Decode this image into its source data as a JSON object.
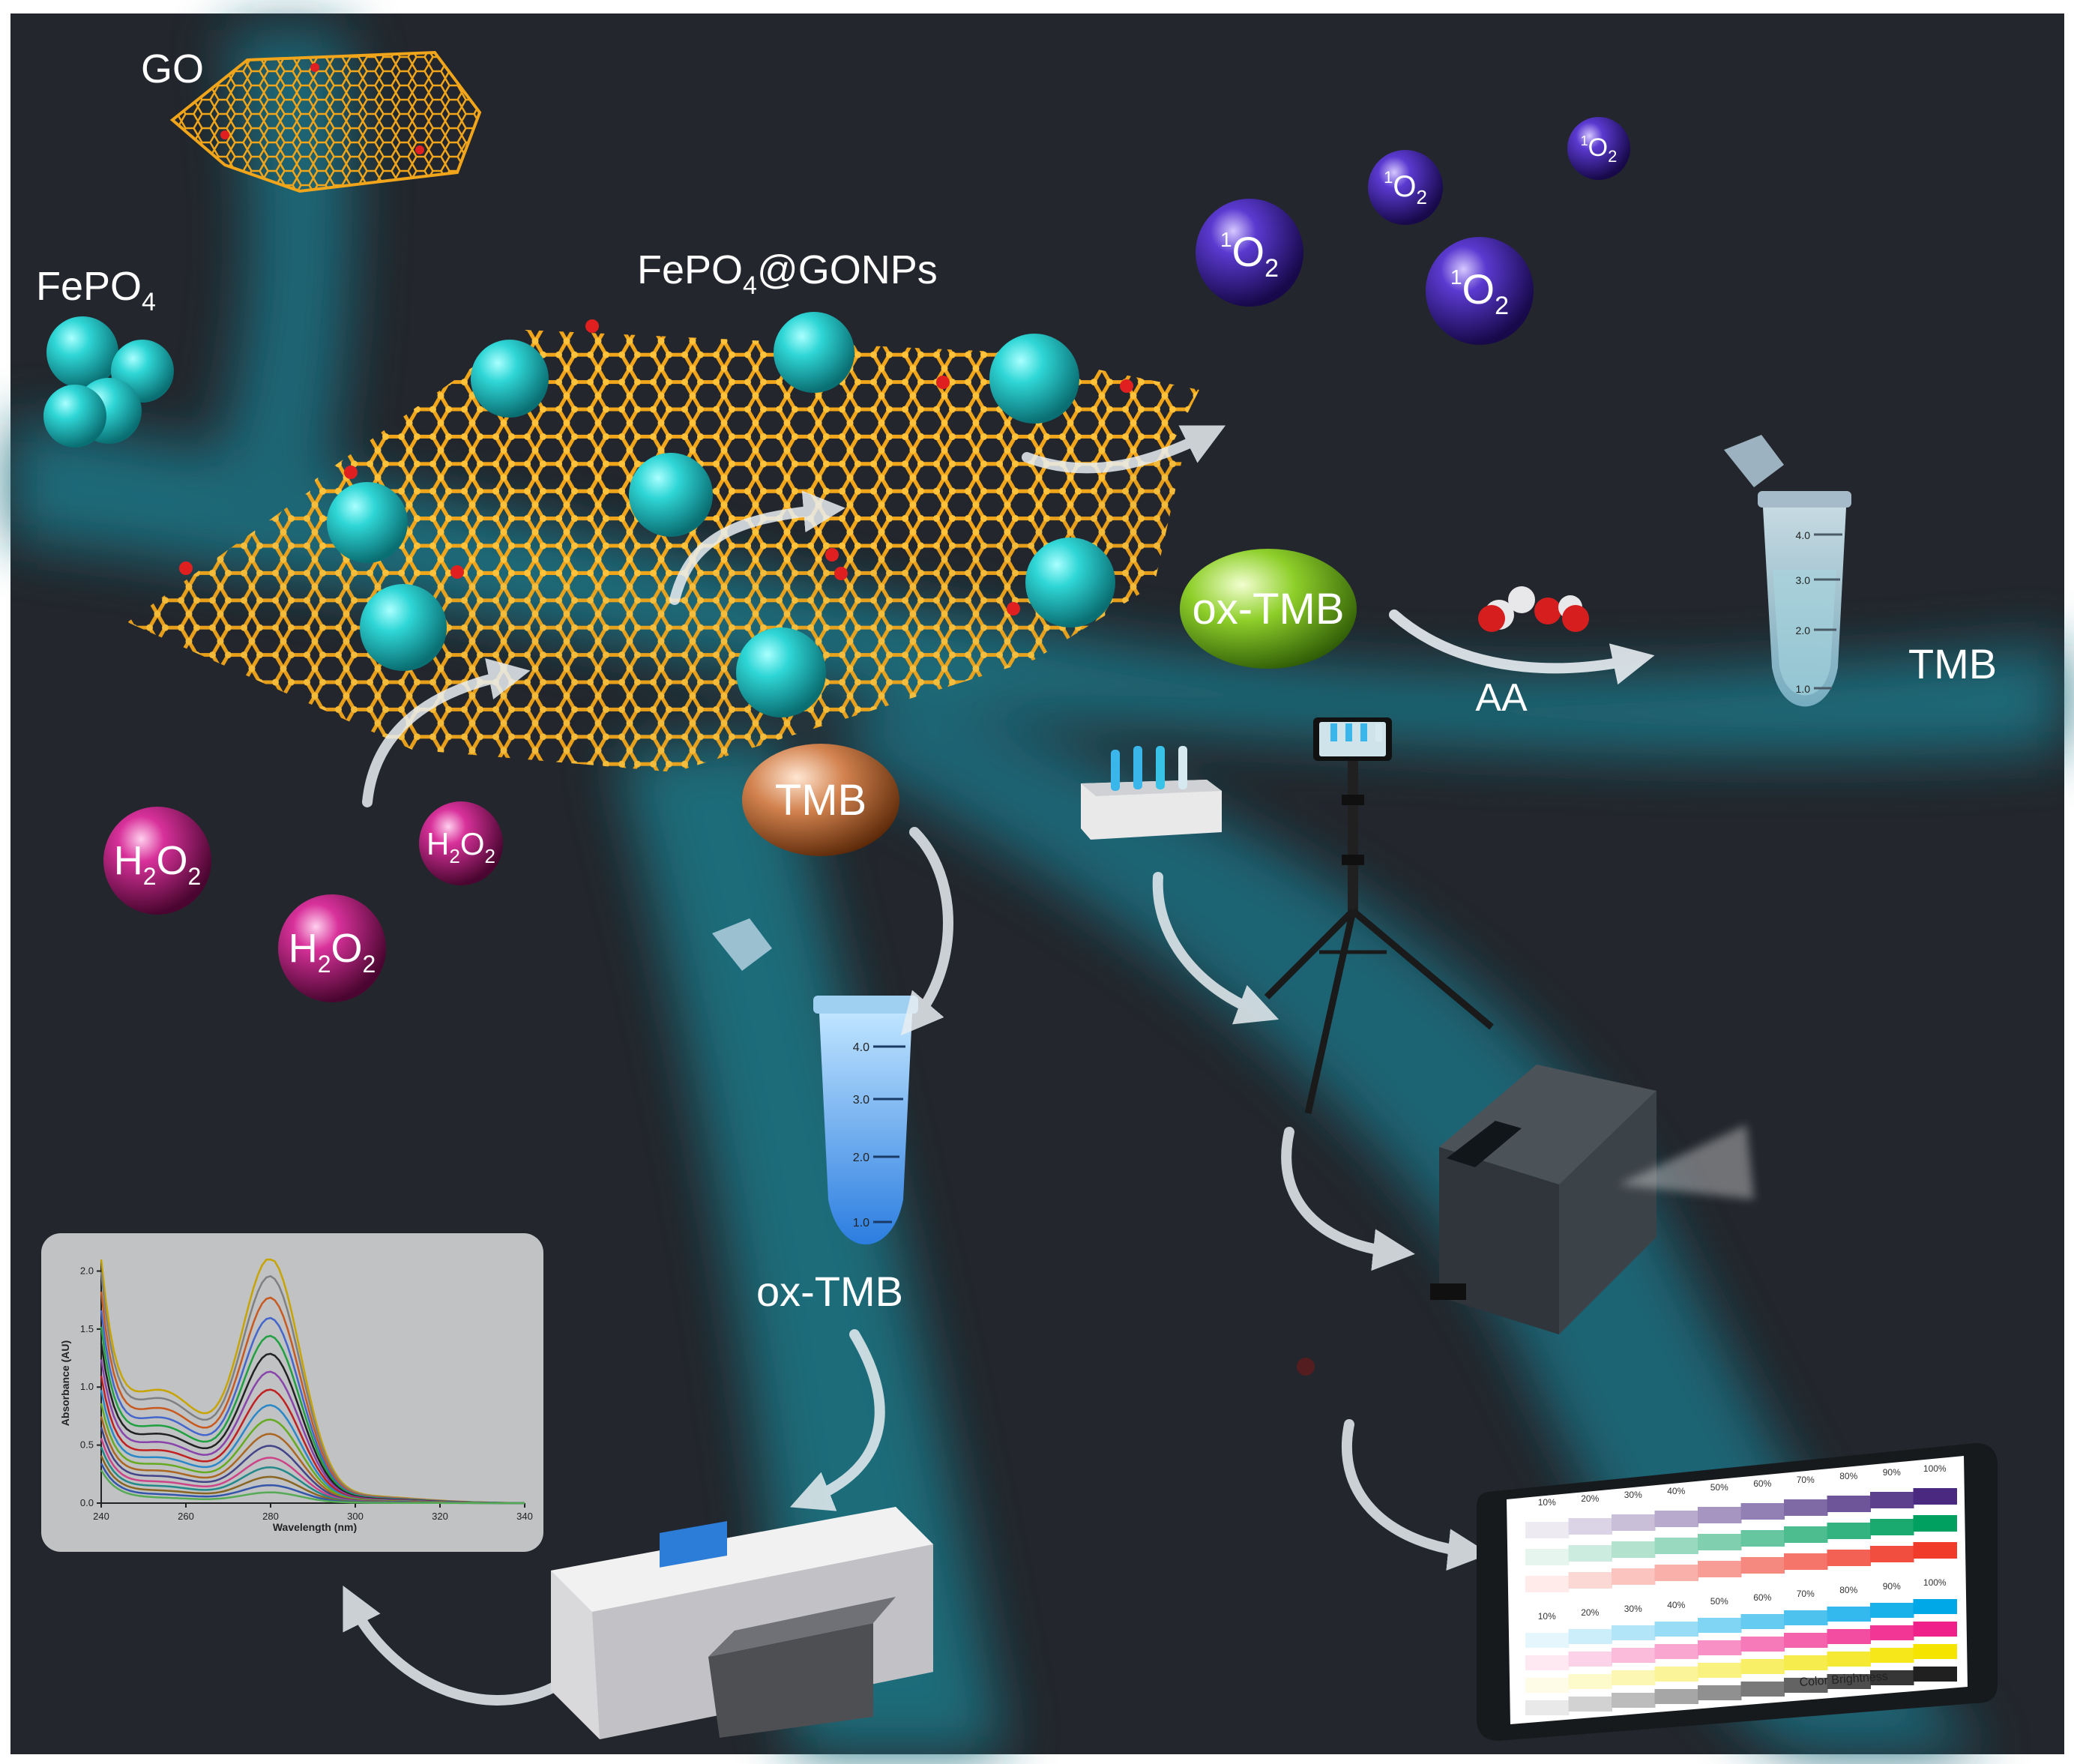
{
  "labels": {
    "go": "GO",
    "fepo4": "FePO",
    "fepo4_sub": "4",
    "composite": "FePO",
    "composite_sub": "4",
    "composite_tail": "@GONPs",
    "tmb_bubble": "TMB",
    "oxtmb_bubble": "ox-TMB",
    "aa": "AA",
    "tmb_right": "TMB",
    "oxtmb_tube": "ox-TMB",
    "singlet_sup": "1",
    "singlet_main": "O",
    "singlet_sub": "2",
    "h2o2_h": "H",
    "h2o2_o": "O",
    "h2o2_sub": "2"
  },
  "tube_scale": [
    "4.0",
    "3.0",
    "2.0",
    "1.0"
  ],
  "spectrum_chart": {
    "chart_data": {
      "type": "line",
      "xlabel": "Wavelength (nm)",
      "ylabel": "Absorbance (AU)",
      "xlim": [
        240,
        340
      ],
      "ylim": [
        0,
        2.1
      ],
      "xticks": [
        "240",
        "260",
        "280",
        "300",
        "320",
        "340"
      ],
      "yticks": [
        "0.0",
        "0.5",
        "1.0",
        "1.5",
        "2.0"
      ],
      "peak_wavelength": 280,
      "series_peak_values": [
        2.05,
        1.9,
        1.72,
        1.55,
        1.4,
        1.25,
        1.1,
        0.95,
        0.82,
        0.7,
        0.58,
        0.48,
        0.38,
        0.3,
        0.22,
        0.15,
        0.09
      ],
      "series_colors": [
        "#c8a400",
        "#808080",
        "#c85a20",
        "#4466cc",
        "#20a040",
        "#222222",
        "#8844aa",
        "#c02020",
        "#2a88c8",
        "#66aa22",
        "#aa6622",
        "#444488",
        "#cc4488",
        "#228888",
        "#886622",
        "#3355aa",
        "#55aa55"
      ],
      "grid": false
    }
  },
  "color_card": {
    "row1_pct": [
      "10%",
      "20%",
      "30%",
      "40%",
      "50%",
      "60%",
      "70%",
      "80%",
      "90%",
      "100%"
    ],
    "row2_pct": [
      "10%",
      "20%",
      "30%",
      "40%",
      "50%",
      "60%",
      "70%",
      "80%",
      "90%",
      "100%"
    ],
    "caption": "Color Brightness",
    "row1_colors": [
      "#4a2a80",
      "#00a060",
      "#f03a2a"
    ],
    "row2_colors": [
      "#00a8e8",
      "#f0208a",
      "#f4e400",
      "#202020"
    ]
  },
  "colors": {
    "background": "#23262c",
    "teal": "#1e6f7e",
    "graphene": "#f1a51a",
    "nanoparticle": "#1fc7c7",
    "singlet_bubble": "#3c23a8",
    "h2o2_bubble": "#c0207a",
    "oxtmb_bubble": "#7cbc22",
    "tmb_bubble": "#c8703a"
  }
}
